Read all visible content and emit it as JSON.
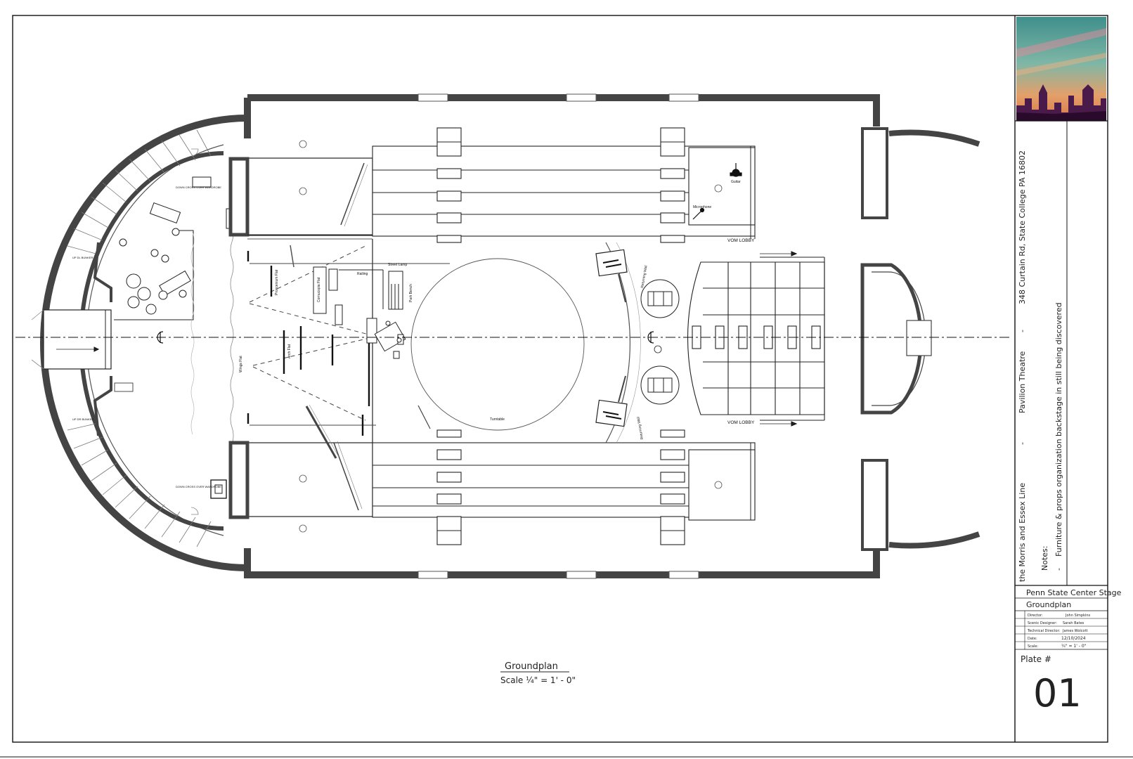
{
  "title_block": {
    "show": "the Morris and Essex Line",
    "venue": "Pavilion Theatre",
    "address": "348 Curtain Rd, State College PA 16802",
    "notes_label": "Notes:",
    "note_1": "Furniture & props organization backstage in still being discovered",
    "company": "Penn State Center Stage",
    "sheet_title": "Groundplan",
    "rows": [
      {
        "label": "Director:",
        "value": "John Simpkins"
      },
      {
        "label": "Scenic Designer:",
        "value": "Sarah Bates"
      },
      {
        "label": "Technical Director:",
        "value": "James Wolcott"
      },
      {
        "label": "Date:",
        "value": "12/10/2024"
      },
      {
        "label": "Scale:",
        "value": "¼\" = 1' - 0\""
      }
    ],
    "plate_label": "Plate #",
    "plate_number": "01"
  },
  "caption": {
    "title": "Groundplan",
    "scale": "Scale ¼\" = 1' - 0\""
  },
  "labels": {
    "vom_lobby_top": "VOM LOBBY",
    "vom_lobby_bottom": "VOM LOBBY",
    "cross_over_top": "DOWN CROSS OVER WARDROBE",
    "cross_over_bottom": "DOWN CROSS OVER WARDROBE",
    "bunker_top": "UP DL BUNKER",
    "bunker_bottom": "UP DR BUNKER",
    "guitar": "Guitar",
    "microphone": "Microphone",
    "turntable": "Turntable",
    "street_lamp": "Street Lamp",
    "railing": "Railing",
    "park_bench": "Park Bench",
    "returning_wall_top": "Returning Wall",
    "returning_wall_bottom": "Returning Wall",
    "wings_flat": "Wings Flat",
    "arch_flat": "Arch Flat",
    "proscenium_flat": "Proscenium Flat",
    "cornucopia_flat": "Cornucopia Flat",
    "center_line": "CL"
  }
}
